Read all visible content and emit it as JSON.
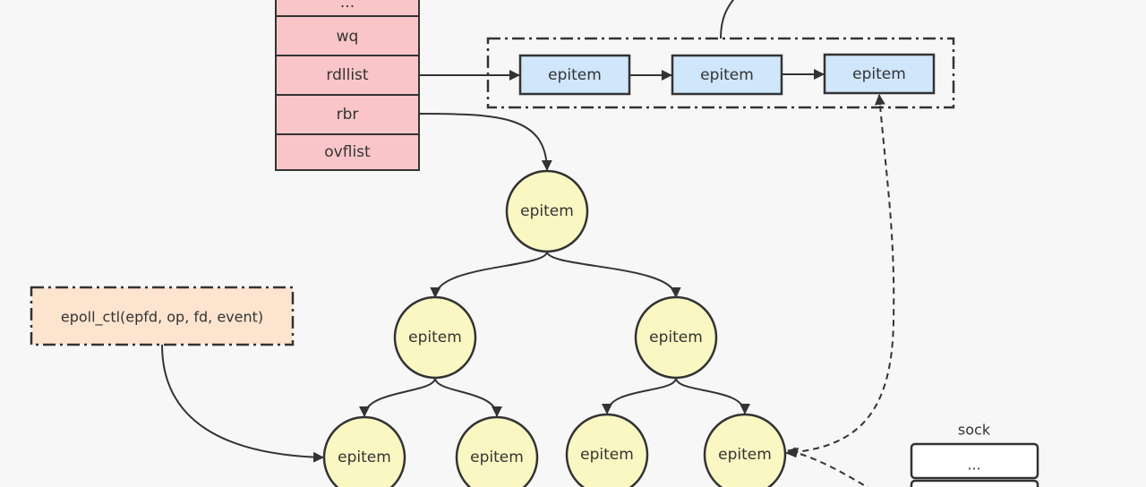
{
  "colors": {
    "background": "#f7f7f7",
    "eventpoll_fill": "#f9c5c8",
    "list_fill": "#cfe6fb",
    "tree_fill": "#fbf7c2",
    "call_fill": "#fde4cf",
    "stroke": "#333333"
  },
  "eventpoll": {
    "fields": [
      "...",
      "wq",
      "rdllist",
      "rbr",
      "ovflist"
    ]
  },
  "ready_list": {
    "items": [
      "epitem",
      "epitem",
      "epitem"
    ]
  },
  "tree": {
    "root": "epitem",
    "level2": [
      "epitem",
      "epitem"
    ],
    "level3": [
      "epitem",
      "epitem",
      "epitem",
      "epitem"
    ]
  },
  "call": {
    "text": "epoll_ctl(epfd, op, fd, event)"
  },
  "sock": {
    "title": "sock",
    "fields": [
      "..."
    ]
  }
}
